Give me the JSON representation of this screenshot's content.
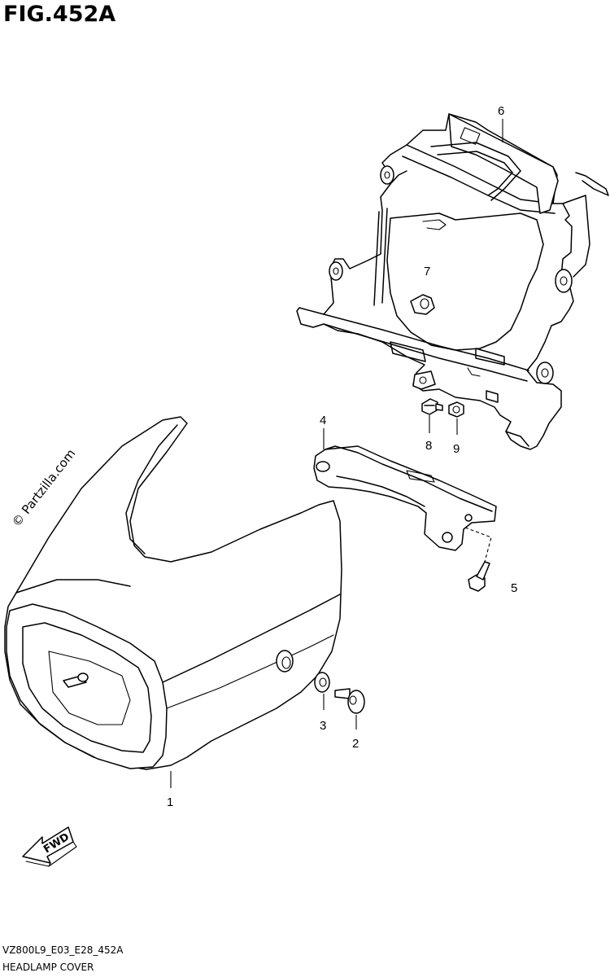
{
  "figure": {
    "title": "FIG.452A",
    "code": "VZ800L9_E03_E28_452A",
    "name": "HEADLAMP COVER",
    "watermark": "© Partzilla.com",
    "direction_label": "FWD"
  },
  "callouts": [
    {
      "id": "1",
      "label": "1"
    },
    {
      "id": "2",
      "label": "2"
    },
    {
      "id": "3",
      "label": "3"
    },
    {
      "id": "4",
      "label": "4"
    },
    {
      "id": "5",
      "label": "5"
    },
    {
      "id": "6",
      "label": "6"
    },
    {
      "id": "7",
      "label": "7"
    },
    {
      "id": "8",
      "label": "8"
    },
    {
      "id": "9",
      "label": "9"
    }
  ]
}
